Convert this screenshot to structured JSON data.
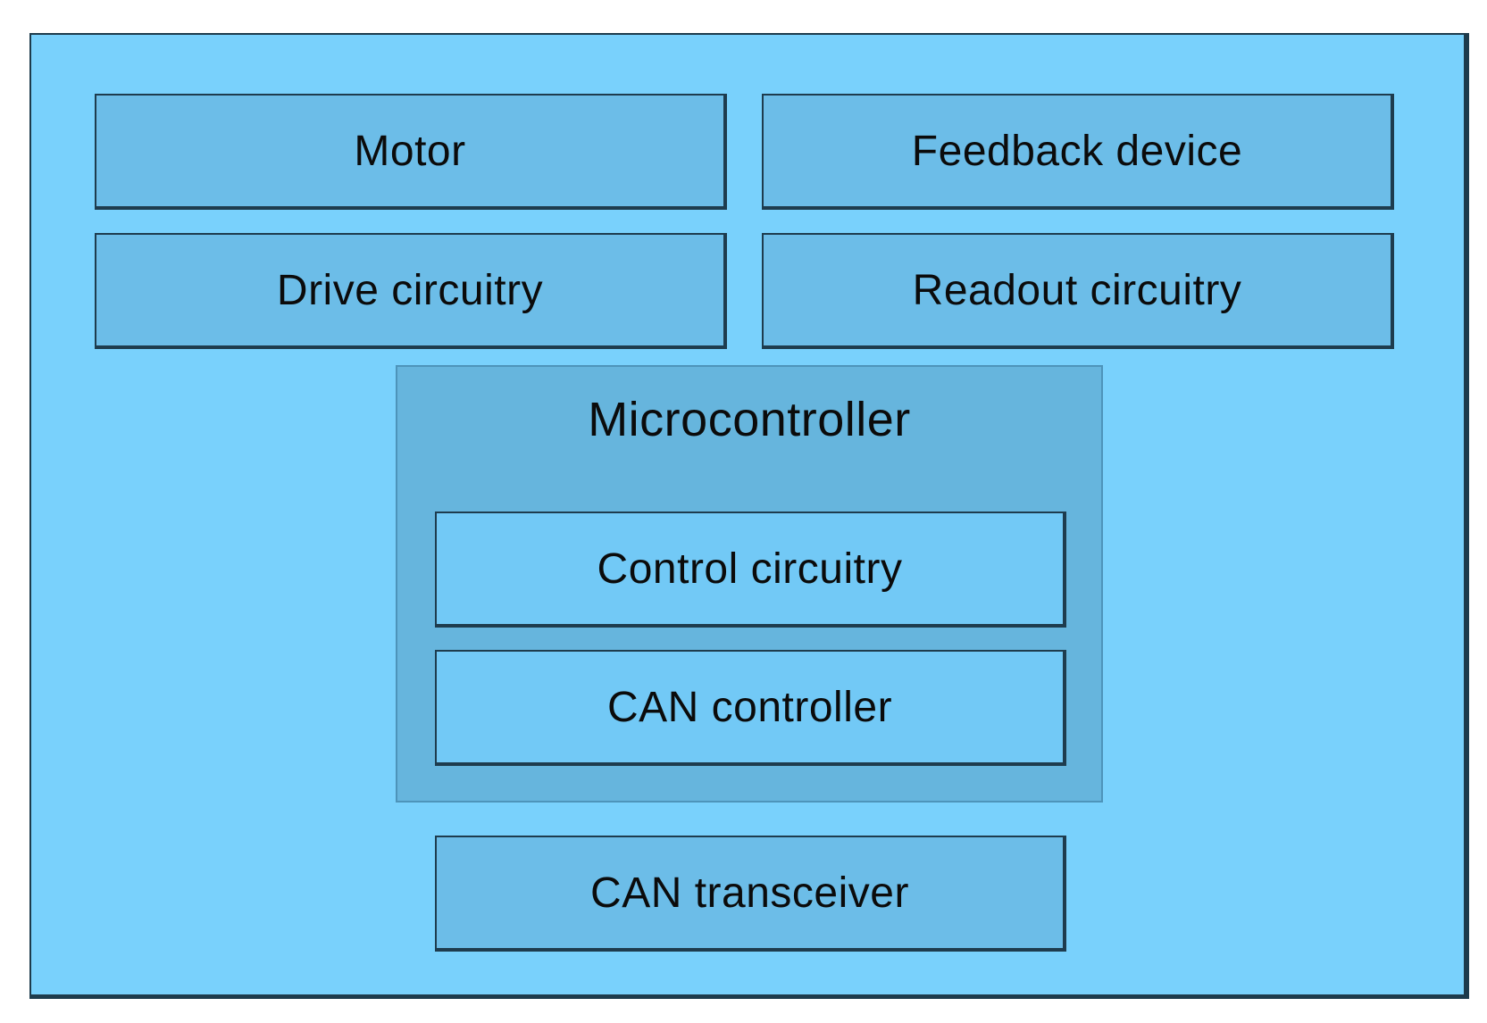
{
  "diagram": {
    "blocks": {
      "motor": "Motor",
      "feedback_device": "Feedback device",
      "drive_circuitry": "Drive circuitry",
      "readout_circuitry": "Readout circuitry",
      "microcontroller": "Microcontroller",
      "control_circuitry": "Control circuitry",
      "can_controller": "CAN controller",
      "can_transceiver": "CAN transceiver"
    },
    "colors": {
      "outer_fill": "#79d1fc",
      "block_fill": "#6cbde8",
      "microcontroller_fill": "#66b5dd",
      "inner_block_fill": "#72c9f6",
      "border": "#1e3c4e"
    }
  }
}
